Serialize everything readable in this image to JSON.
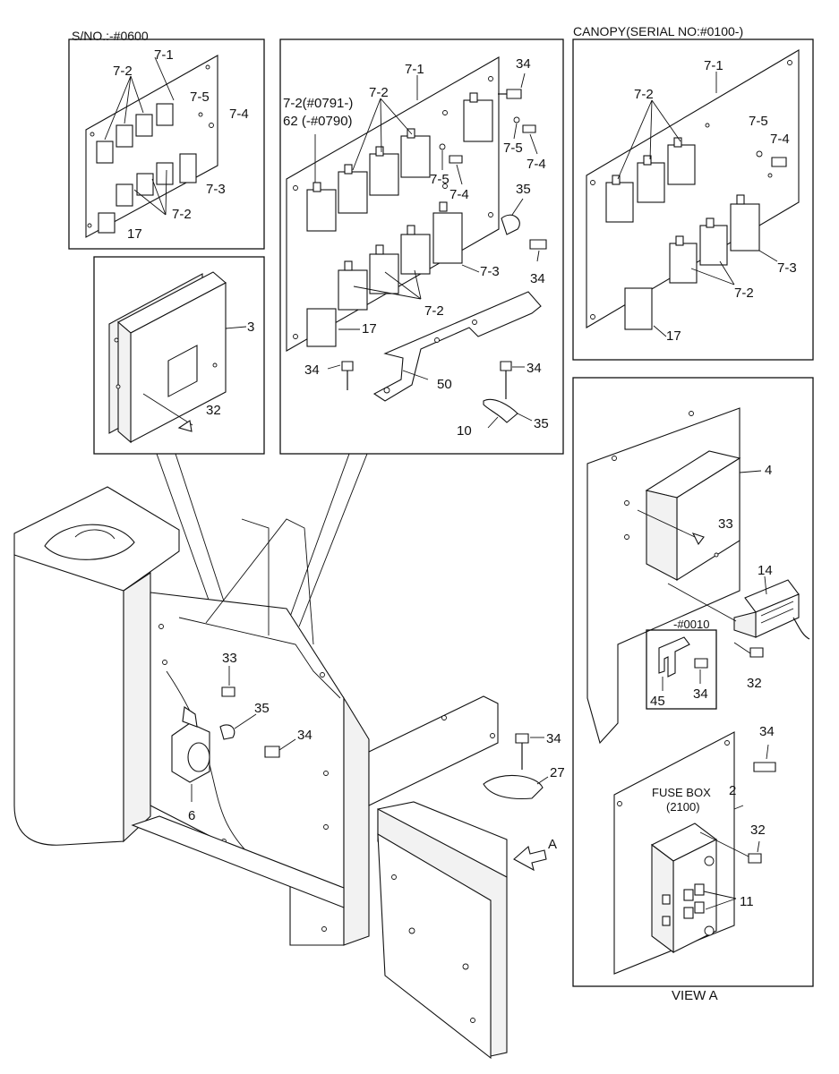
{
  "headers": {
    "serial_left": "S/NO.:-#0600",
    "canopy": "CANOPY(SERIAL NO:#0100-)",
    "view_a": "VIEW A",
    "fuse_box": "FUSE BOX",
    "fuse_box_code": "(2100)",
    "serial_0010": "-#0010",
    "arrow_a": "A"
  },
  "callouts": {
    "p7_1": "7-1",
    "p7_2": "7-2",
    "p7_3": "7-3",
    "p7_4": "7-4",
    "p7_5": "7-5",
    "p7_2_0791": "7-2(#0791-)",
    "p62_0790": "62 (-#0790)",
    "p2": "2",
    "p3": "3",
    "p4": "4",
    "p6": "6",
    "p10": "10",
    "p11": "11",
    "p14": "14",
    "p17": "17",
    "p27": "27",
    "p32": "32",
    "p33": "33",
    "p34": "34",
    "p35": "35",
    "p45": "45",
    "p50": "50"
  }
}
